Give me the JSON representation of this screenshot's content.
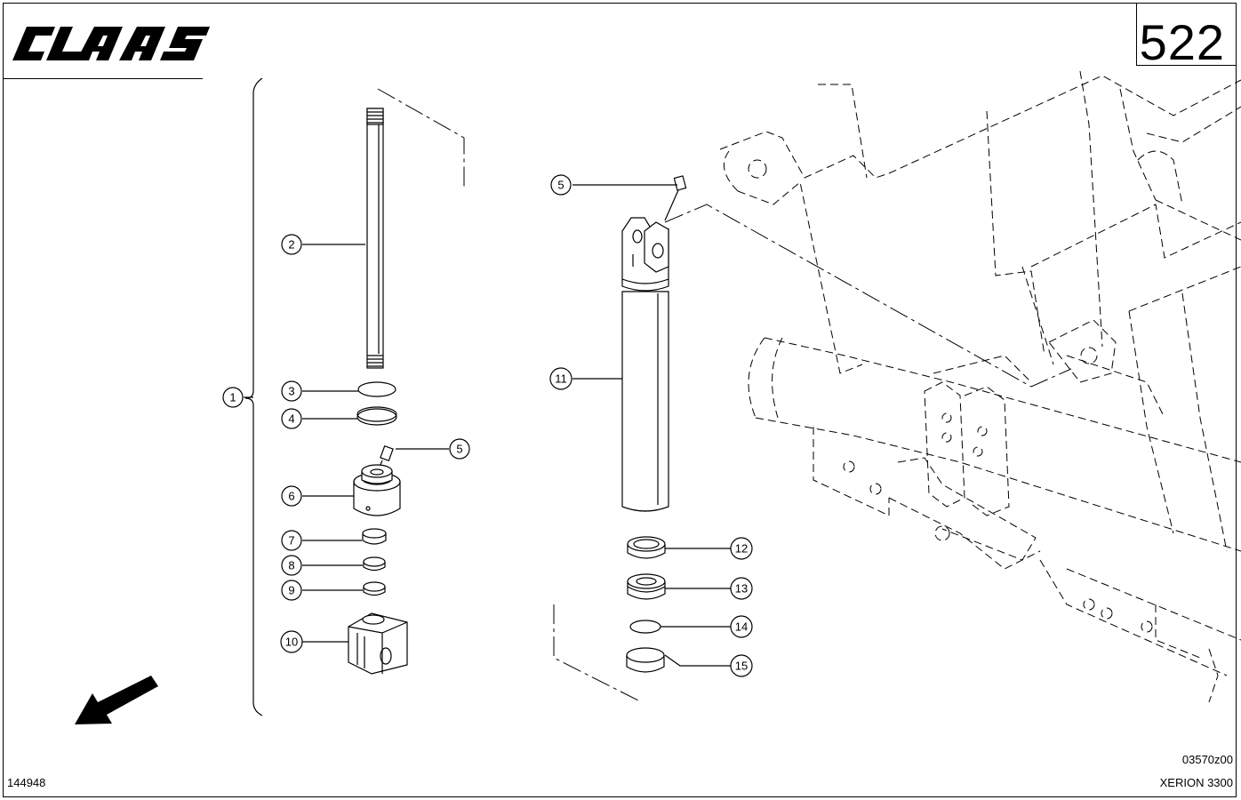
{
  "header": {
    "brand": "CLAAS",
    "page_number": "522"
  },
  "footer": {
    "drawing_id": "144948",
    "figure_code": "03570z00",
    "model": "XERION 3300"
  },
  "callouts": {
    "c1": "1",
    "c2": "2",
    "c3": "3",
    "c4": "4",
    "c5a": "5",
    "c5b": "5",
    "c6": "6",
    "c7": "7",
    "c8": "8",
    "c9": "9",
    "c10": "10",
    "c11": "11",
    "c12": "12",
    "c13": "13",
    "c14": "14",
    "c15": "15"
  },
  "icons": {
    "direction": "arrow-down-left-icon"
  }
}
